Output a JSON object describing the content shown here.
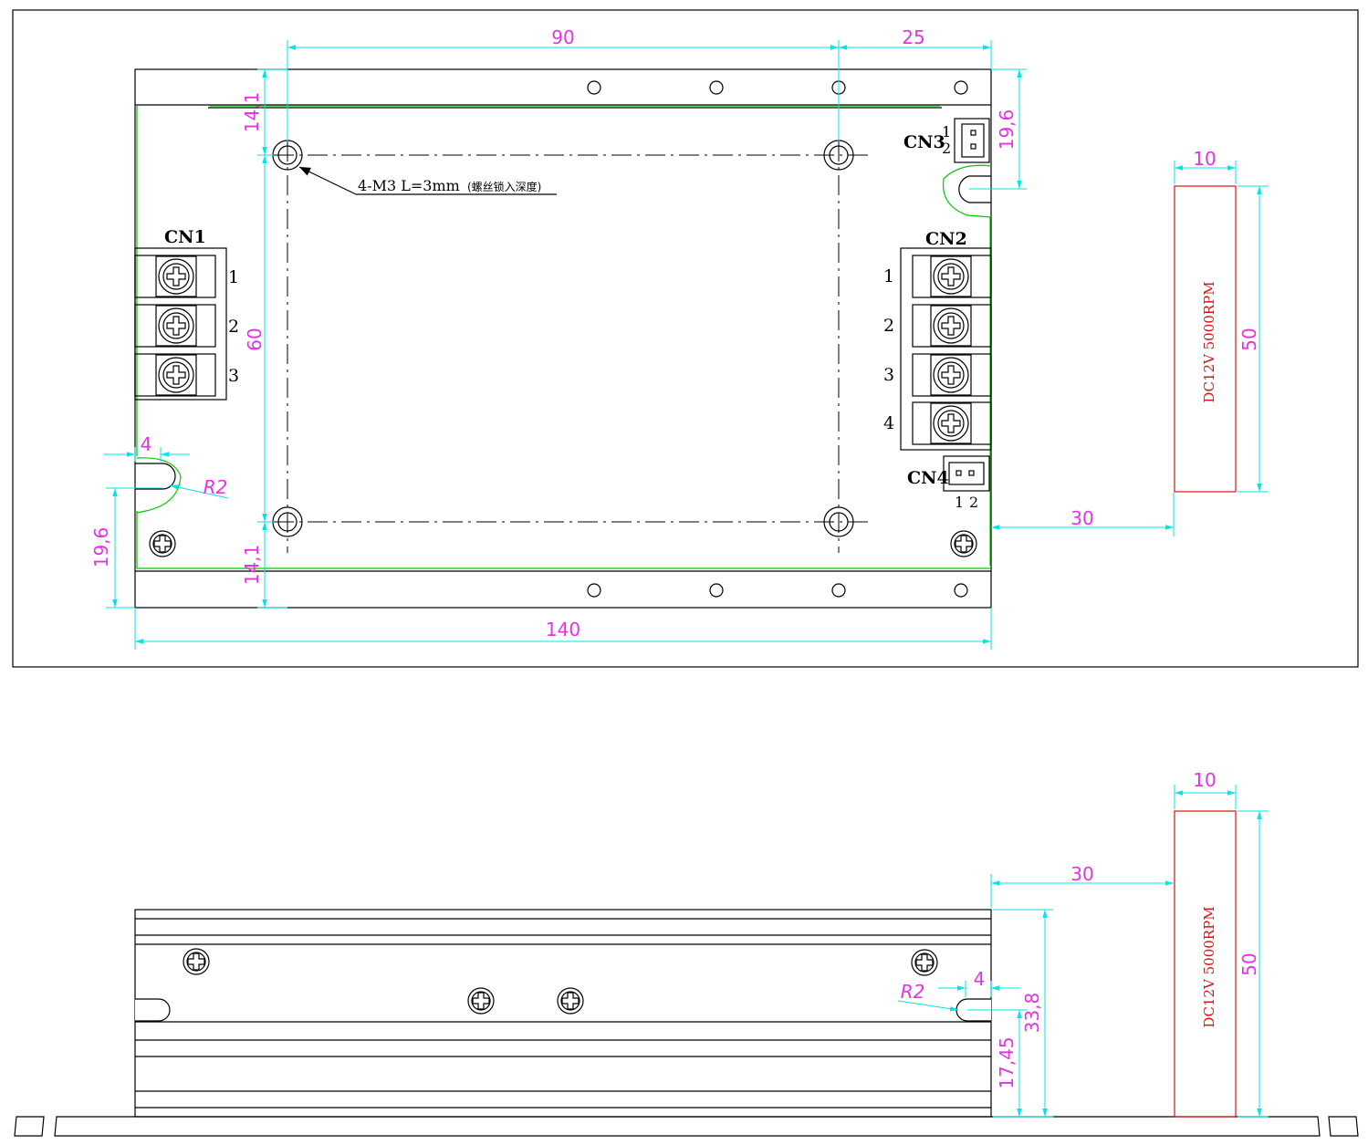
{
  "top_view": {
    "dimensions": {
      "width_total": "140",
      "hole_spacing_x": "90",
      "right_offset": "25",
      "hole_spacing_y": "60",
      "top_margin": "14,1",
      "bottom_margin": "14,1",
      "cn3_slot_offset": "19,6",
      "left_slot_offset": "19,6",
      "slot_width": "4",
      "slot_radius": "R2",
      "fan_gap": "30",
      "fan_width": "10",
      "fan_height": "50"
    },
    "mount_note": "4-M3  L=3mm",
    "mount_note_small": "(螺丝锁入深度)",
    "connectors": {
      "cn1": {
        "name": "CN1",
        "pins": [
          "1",
          "2",
          "3"
        ]
      },
      "cn2": {
        "name": "CN2",
        "pins": [
          "1",
          "2",
          "3",
          "4"
        ]
      },
      "cn3": {
        "name": "CN3",
        "pins": [
          "1",
          "2"
        ]
      },
      "cn4": {
        "name": "CN4",
        "pins": [
          "1",
          "2"
        ]
      }
    },
    "fan_label": "DC12V 5000RPM"
  },
  "side_view": {
    "dimensions": {
      "fan_gap": "30",
      "fan_width": "10",
      "fan_height": "50",
      "total_height": "33,8",
      "slot_height": "17,45",
      "slot_width": "4",
      "slot_radius": "R2"
    },
    "fan_label": "DC12V 5000RPM"
  },
  "colors": {
    "dimension": "#e632e6",
    "dimension_line": "#00e5e5",
    "outline": "#000000",
    "pcb_edge": "#00c800",
    "fan": "#e01010"
  }
}
